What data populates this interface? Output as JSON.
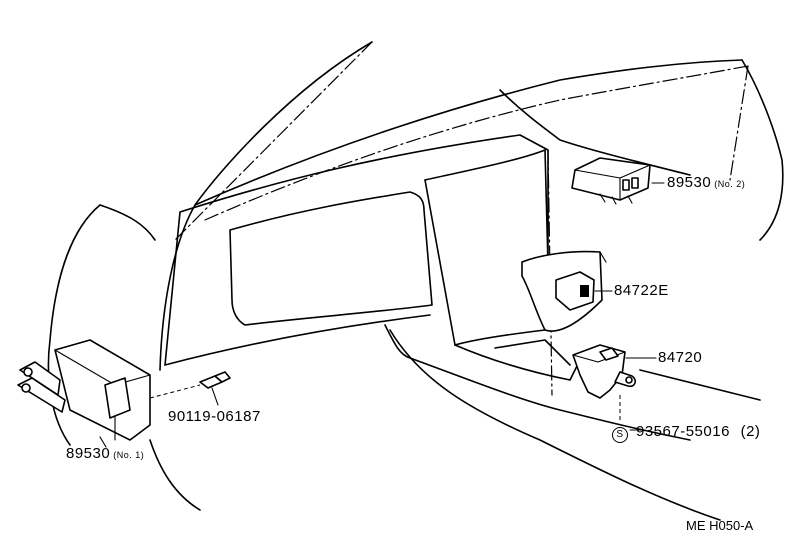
{
  "parts": {
    "relay_no2": {
      "number": "89530",
      "suffix": "(No. 2)"
    },
    "switch_upper": {
      "number": "84722E"
    },
    "switch_lower": {
      "number": "84720"
    },
    "screw": {
      "number": "93567-55016",
      "qty": "(2)",
      "symbol": "S"
    },
    "bolt": {
      "number": "90119-06187"
    },
    "relay_no1": {
      "number": "89530",
      "suffix": "(No. 1)"
    }
  },
  "diagram_code": "ME H050-A"
}
